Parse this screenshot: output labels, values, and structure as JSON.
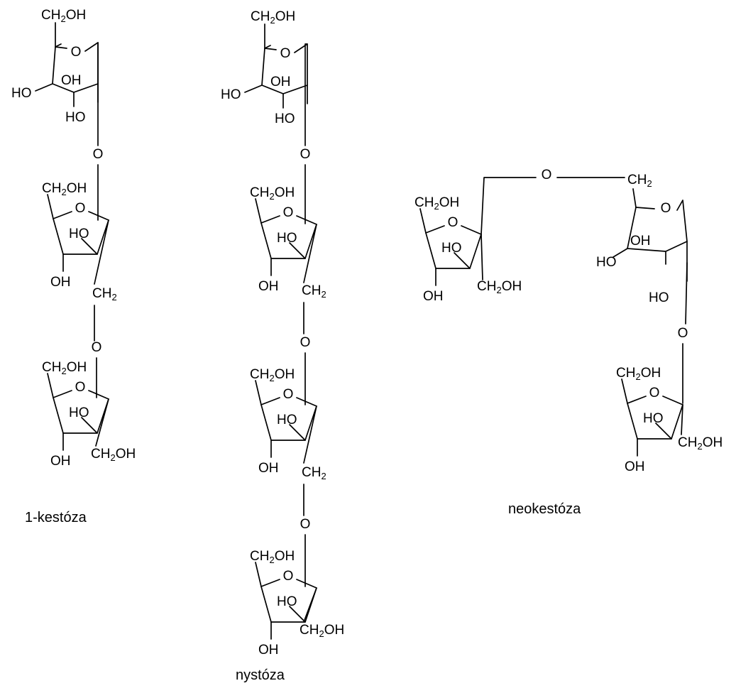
{
  "labels": {
    "ch2oh": [
      "CH",
      "2",
      "OH"
    ],
    "ch2": [
      "CH",
      "2"
    ],
    "oh": "OH",
    "ho": "HO",
    "o": "O"
  },
  "captions": {
    "kestose": "1-kestóza",
    "nystose": "nystóza",
    "neokestose": "neokestóza"
  }
}
